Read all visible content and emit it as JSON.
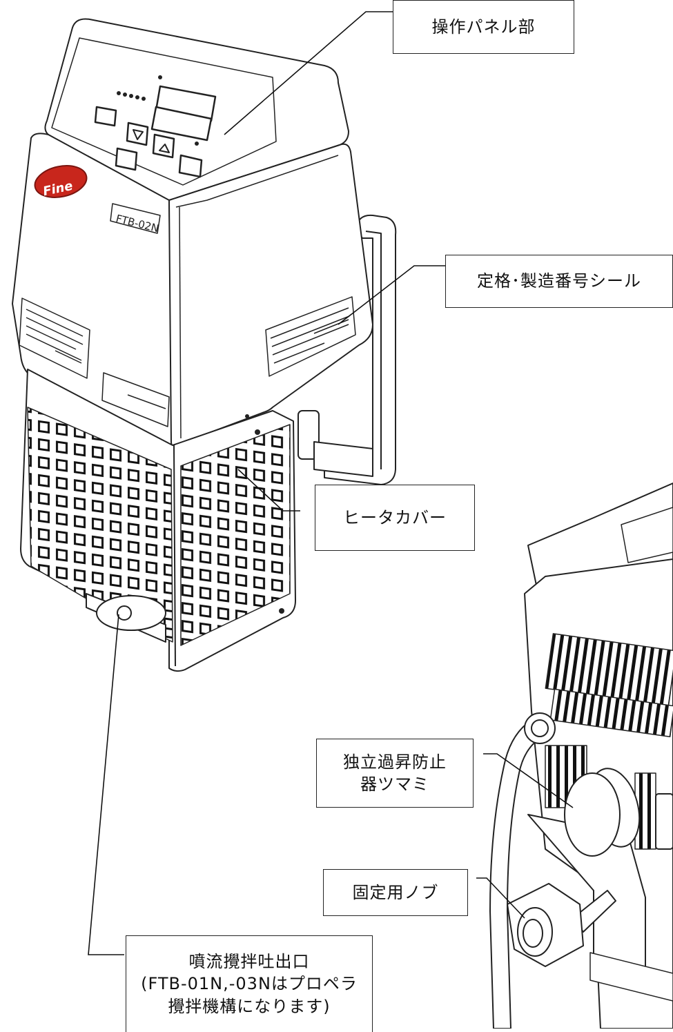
{
  "labels": {
    "control_panel": "操作パネル部",
    "rating_seal": "定格･製造番号シール",
    "heater_cover": "ヒータカバー",
    "overheat_knob_line1": "独立過昇防止",
    "overheat_knob_line2": "器ツマミ",
    "fixing_knob": "固定用ノブ",
    "outlet_line1": "噴流攪拌吐出口",
    "outlet_line2": "(FTB-01N,-03Nはプロペラ",
    "outlet_line3": "攪拌機構になります)"
  },
  "device": {
    "model_plate": "FTB-02N",
    "logo_text": "Fine"
  },
  "colors": {
    "line": "#222222",
    "logo_red": "#c8261c",
    "background": "#ffffff"
  }
}
